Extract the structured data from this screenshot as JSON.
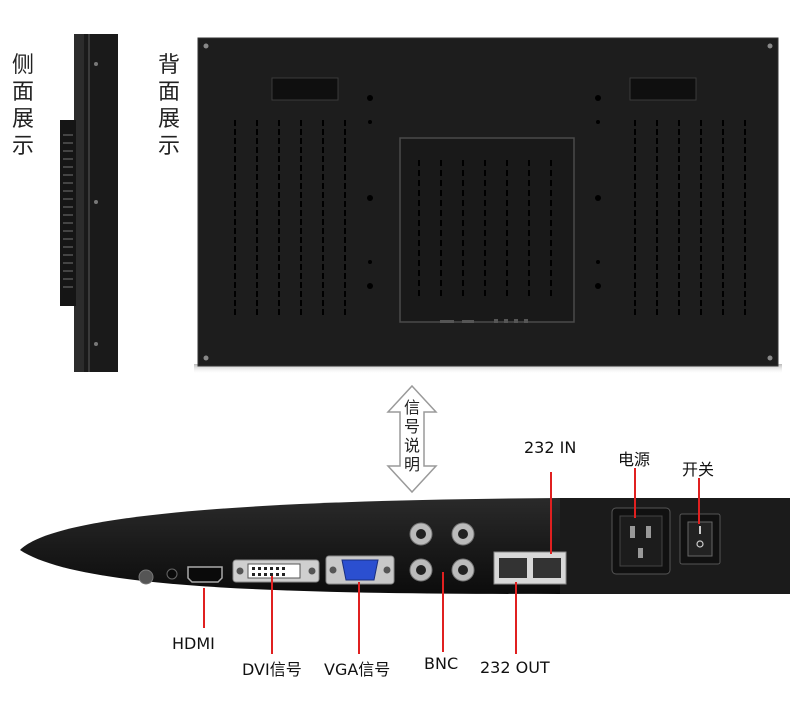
{
  "views": {
    "side_label": [
      "侧",
      "面",
      "展",
      "示"
    ],
    "back_label": [
      "背",
      "面",
      "展",
      "示"
    ]
  },
  "signal_arrow": {
    "label": [
      "信",
      "号",
      "说",
      "明"
    ]
  },
  "ports": {
    "hdmi": "HDMI",
    "dvi": "DVI信号",
    "vga": "VGA信号",
    "bnc": "BNC",
    "rs232_out": "232 OUT",
    "rs232_in": "232 IN",
    "power": "电源",
    "switch": "开关"
  },
  "colors": {
    "monitor_body": "#1b1b1b",
    "leader_line": "#e02020",
    "arrow_stroke": "#9a9a9a"
  }
}
